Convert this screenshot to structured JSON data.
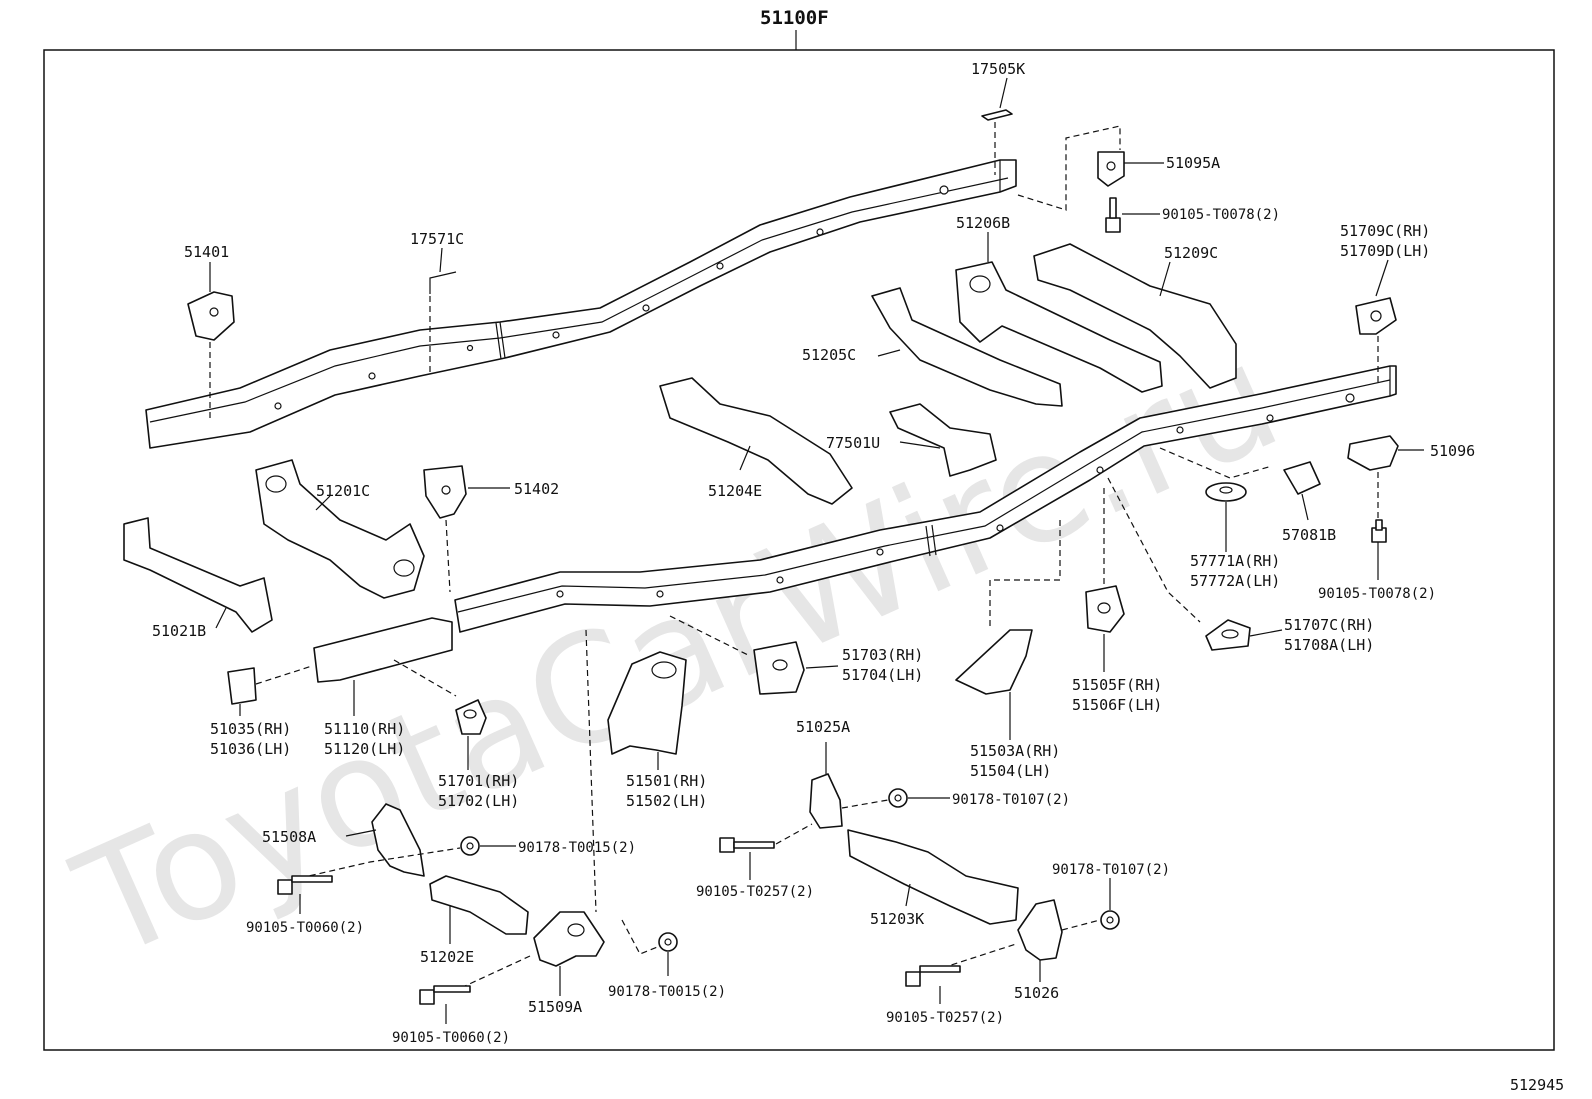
{
  "diagram": {
    "title": "51100F",
    "figure_number": "512945",
    "watermark": "ToyotaCarWire.ru",
    "labels": {
      "17505K": "17505K",
      "51095A": "51095A",
      "bolt_0078_top": "90105-T0078(2)",
      "51206B": "51206B",
      "51209C": "51209C",
      "51709C": "51709C(RH)",
      "51709D": "51709D(LH)",
      "51401": "51401",
      "17571C": "17571C",
      "51205C": "51205C",
      "77501U": "77501U",
      "51096": "51096",
      "51201C": "51201C",
      "51402": "51402",
      "51204E": "51204E",
      "57081B": "57081B",
      "57771A": "57771A(RH)",
      "57772A": "57772A(LH)",
      "bolt_0078_right": "90105-T0078(2)",
      "51021B": "51021B",
      "51707C": "51707C(RH)",
      "51708A": "51708A(LH)",
      "51703": "51703(RH)",
      "51704": "51704(LH)",
      "51505F": "51505F(RH)",
      "51506F": "51506F(LH)",
      "51035": "51035(RH)",
      "51036": "51036(LH)",
      "51110": "51110(RH)",
      "51120": "51120(LH)",
      "51701": "51701(RH)",
      "51702": "51702(LH)",
      "51501": "51501(RH)",
      "51502": "51502(LH)",
      "51025A": "51025A",
      "51503A": "51503A(RH)",
      "51504": "51504(LH)",
      "nut_0107_a": "90178-T0107(2)",
      "51508A": "51508A",
      "nut_0015_a": "90178-T0015(2)",
      "bolt_0257_a": "90105-T0257(2)",
      "nut_0107_b": "90178-T0107(2)",
      "bolt_0060_a": "90105-T0060(2)",
      "51203K": "51203K",
      "51202E": "51202E",
      "nut_0015_b": "90178-T0015(2)",
      "51509A": "51509A",
      "51026": "51026",
      "bolt_0060_b": "90105-T0060(2)",
      "bolt_0257_b": "90105-T0257(2)"
    }
  }
}
